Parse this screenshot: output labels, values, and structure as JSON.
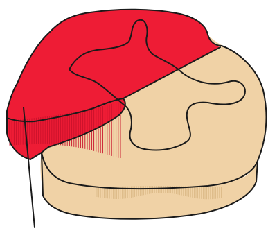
{
  "diagram": {
    "subject": "spinal-cord-cross-section",
    "colors": {
      "highlight": "#ee1c35",
      "highlight_dark": "#c8102a",
      "tissue": "#f0d2a6",
      "tissue_dark": "#d9b784",
      "outline": "#1a1a1a",
      "background": "#ffffff"
    },
    "regions": [
      "highlighted-quadrant",
      "unhighlighted-tissue",
      "grey-matter-butterfly"
    ],
    "pointer": {
      "present": true
    }
  }
}
